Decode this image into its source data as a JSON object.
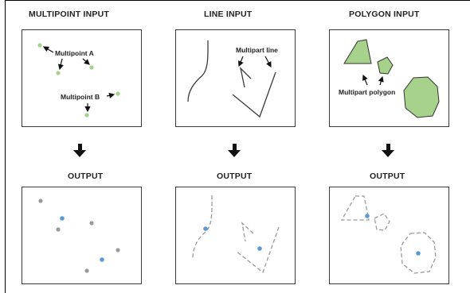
{
  "columns": [
    {
      "input_title": "MULTIPOINT INPUT",
      "output_title": "OUTPUT"
    },
    {
      "input_title": "LINE INPUT",
      "output_title": "OUTPUT"
    },
    {
      "input_title": "POLYGON INPUT",
      "output_title": "OUTPUT"
    }
  ],
  "labels": {
    "multipoint_a": "Multipoint A",
    "multipoint_b": "Multipoint B",
    "multipart_line": "Multipart line",
    "multipart_polygon": "Multipart polygon"
  },
  "colors": {
    "input_fill": "#a6d28b",
    "input_outline": "#333333",
    "output_point": "#5b9bd5",
    "output_gray": "#9a9a9a",
    "output_dash": "#9a9a9a"
  }
}
